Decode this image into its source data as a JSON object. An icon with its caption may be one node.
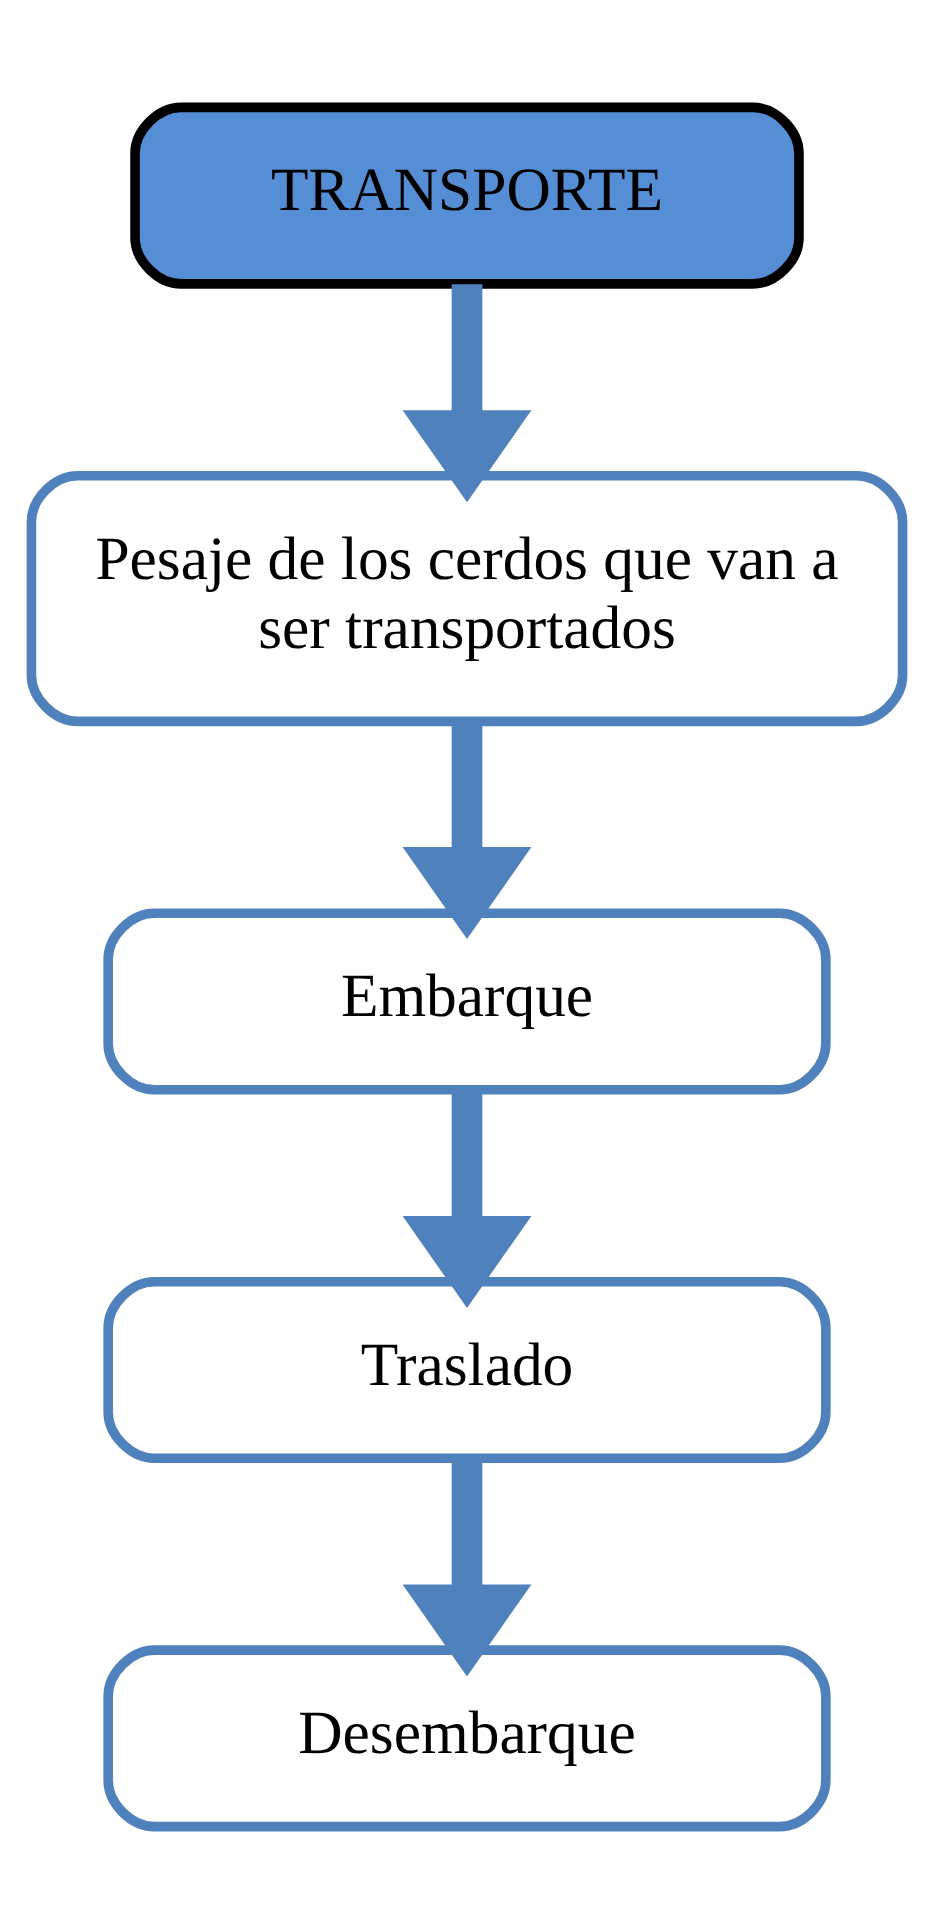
{
  "diagram": {
    "nodes": [
      {
        "text": [
          "TRANSPORTE"
        ]
      },
      {
        "text": [
          "Pesaje de los cerdos que van a ser transportados"
        ]
      },
      {
        "text": [
          "Embarque"
        ]
      },
      {
        "text": [
          "Traslado"
        ]
      },
      {
        "text": [
          "Desembarque"
        ]
      }
    ],
    "edges": [
      {
        "from": 0,
        "to": 1,
        "arrow": "to"
      },
      {
        "from": 1,
        "to": 2,
        "arrow": "to"
      },
      {
        "from": 2,
        "to": 3,
        "arrow": "to"
      },
      {
        "from": 3,
        "to": 4,
        "arrow": "to"
      }
    ]
  }
}
